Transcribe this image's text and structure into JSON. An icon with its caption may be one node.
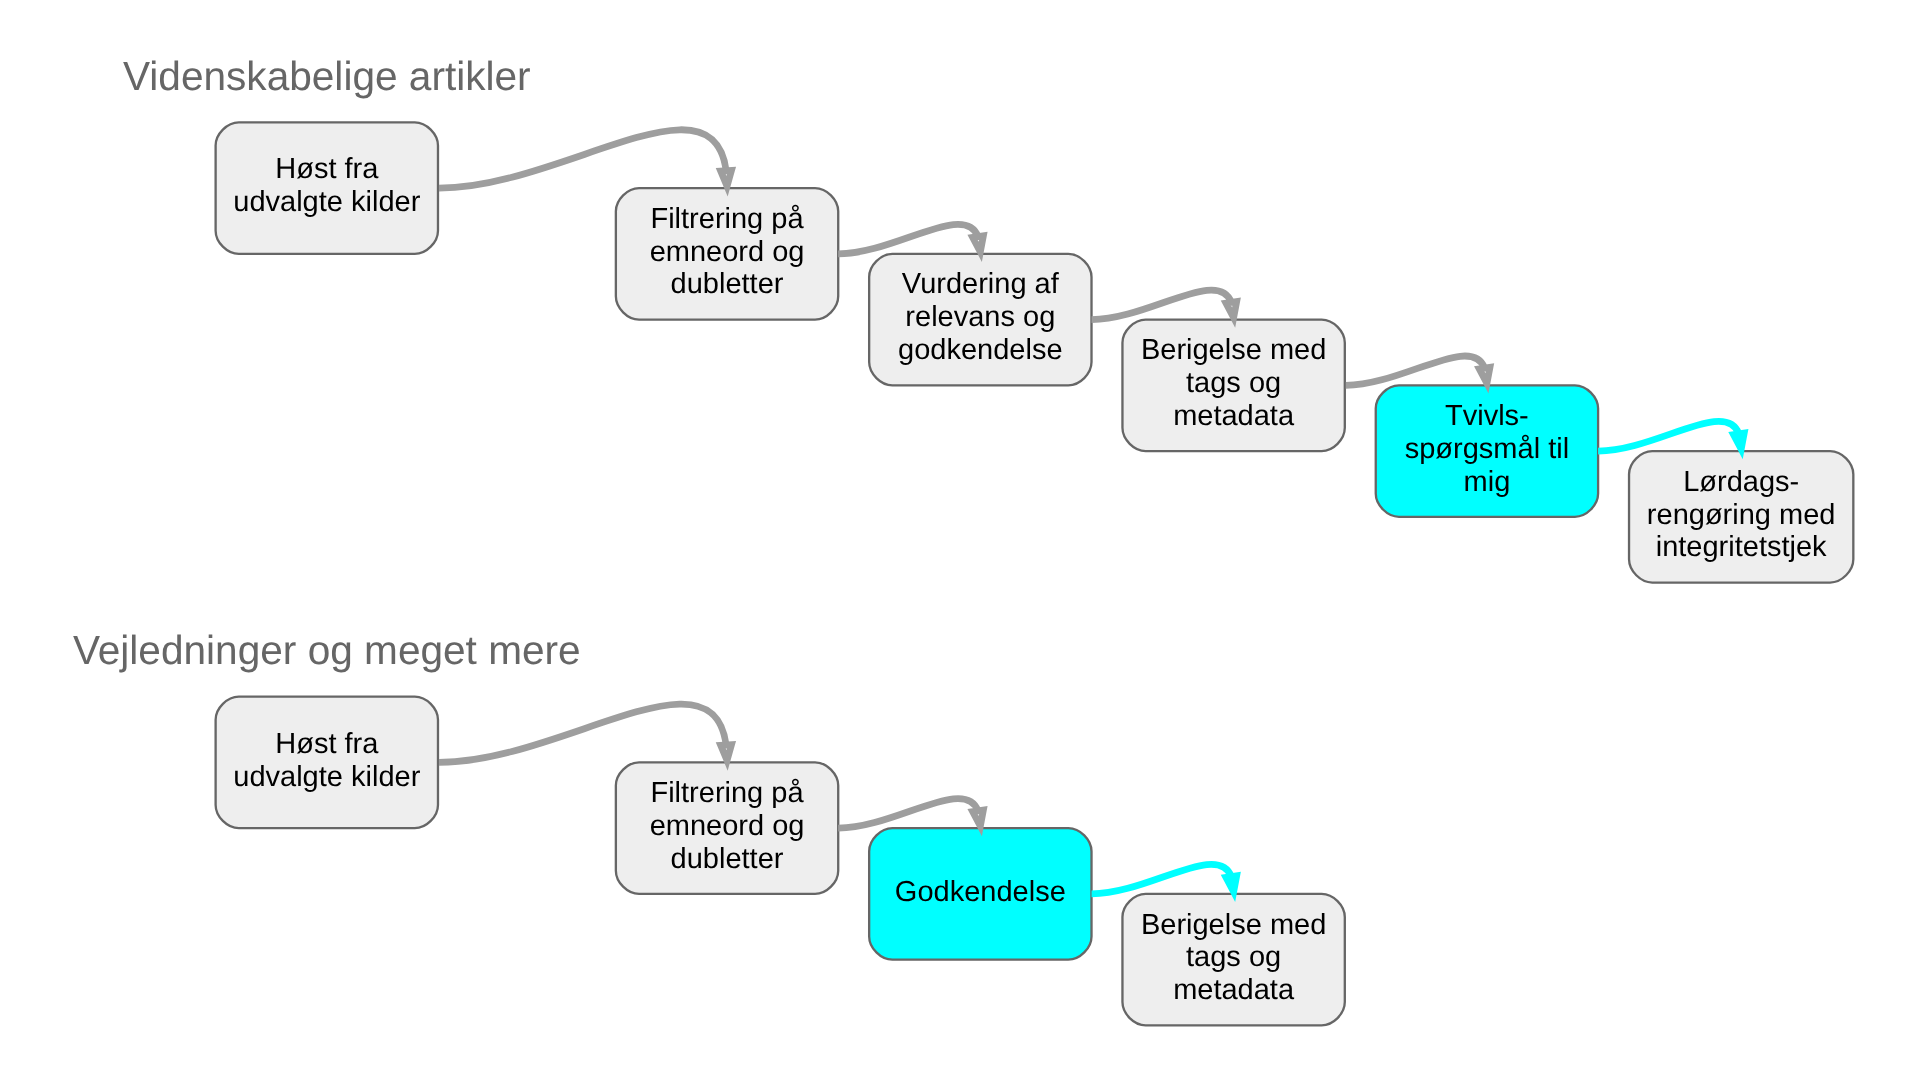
{
  "diagram": {
    "nodes": [
      {
        "text": [
          "Høst fra udvalgte kilder"
        ]
      },
      {
        "text": [
          "Filtrering på emneord og dubletter"
        ]
      },
      {
        "text": [
          "Vurdering af relevans og godkendelse"
        ]
      },
      {
        "text": [
          "Berigelse med tags og metadata"
        ]
      },
      {
        "text": [
          "Tvivls-spørgsmål til mig"
        ]
      },
      {
        "text": [
          "Lørdags-rengøring med integritetstjek"
        ]
      },
      {
        "text": [
          "Høst fra udvalgte kilder"
        ]
      },
      {
        "text": [
          "Filtrering på emneord og dubletter"
        ]
      },
      {
        "text": [
          "Godkendelse"
        ]
      },
      {
        "text": [
          "Berigelse med tags og metadata"
        ]
      }
    ],
    "edges": [
      {
        "from": 0,
        "to": 1,
        "arrow": "to"
      },
      {
        "from": 1,
        "to": 2,
        "arrow": "to"
      },
      {
        "from": 2,
        "to": 3,
        "arrow": "to"
      },
      {
        "from": 3,
        "to": 4,
        "arrow": "to"
      },
      {
        "from": 4,
        "to": 5,
        "arrow": "to",
        "color": "#00ffff"
      },
      {
        "from": 6,
        "to": 7,
        "arrow": "to"
      },
      {
        "from": 7,
        "to": 8,
        "arrow": "to"
      },
      {
        "from": 8,
        "to": 9,
        "arrow": "to",
        "color": "#00ffff"
      }
    ],
    "labels": [
      "Videnskabelige artikler",
      "Vejledninger og meget mere"
    ]
  }
}
